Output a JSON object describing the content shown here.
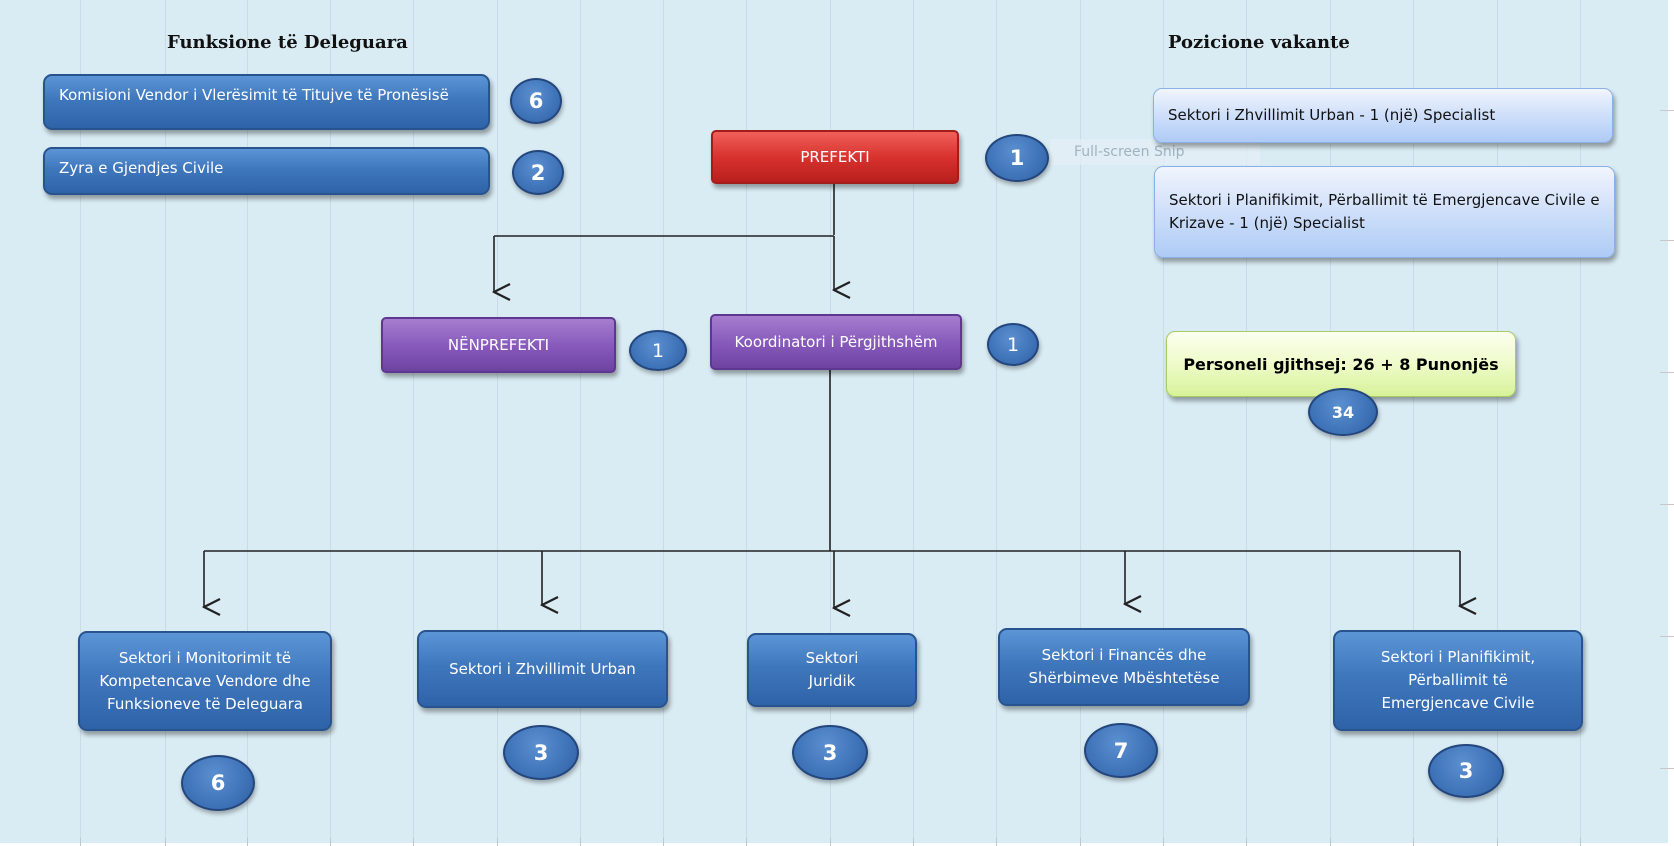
{
  "headings": {
    "delegated_functions": "Funksione të Deleguara",
    "vacant_positions": "Pozicione vakante"
  },
  "delegated": [
    {
      "label": "Komisioni  Vendor i Vlerësimit të Titujve të Pronësisë",
      "count": "6"
    },
    {
      "label": "Zyra e Gjendjes Civile",
      "count": "2"
    }
  ],
  "vacancies": [
    "Sektori i Zhvillimit Urban - 1 (një) Specialist",
    "Sektori i Planifikimit, Përballimit të Emergjencave Civile e Krizave - 1 (një) Specialist"
  ],
  "prefekti": {
    "label": "PREFEKTI",
    "count": "1"
  },
  "nenprefekti": {
    "label": "NËNPREFEKTI",
    "count": "1"
  },
  "koordinatori": {
    "label": "Koordinatori i Përgjithshëm",
    "count": "1"
  },
  "personnel": {
    "label": "Personeli gjithsej: 26 + 8 Punonjës",
    "count": "34"
  },
  "snip_overlay": "Full-screen Snip",
  "sectors": [
    {
      "label": "Sektori i Monitorimit të Kompetencave Vendore dhe Funksioneve të Deleguara",
      "count": "6"
    },
    {
      "label": "Sektori i Zhvillimit Urban",
      "count": "3"
    },
    {
      "label": "Sektori Juridik",
      "count": "3"
    },
    {
      "label": "Sektori i Financës dhe Shërbimeve Mbështetëse",
      "count": "7"
    },
    {
      "label": "Sektori i Planifikimit, Përballimit të Emergjencave Civile",
      "count": "3"
    }
  ],
  "colors": {
    "background": "#d9ebf3",
    "sector_blue": "#3f77bd",
    "prefekti_red": "#d8322e",
    "purple": "#8558b9",
    "vacancy_light_blue": "#d2e1fa",
    "personnel_green": "#eefbc9"
  }
}
